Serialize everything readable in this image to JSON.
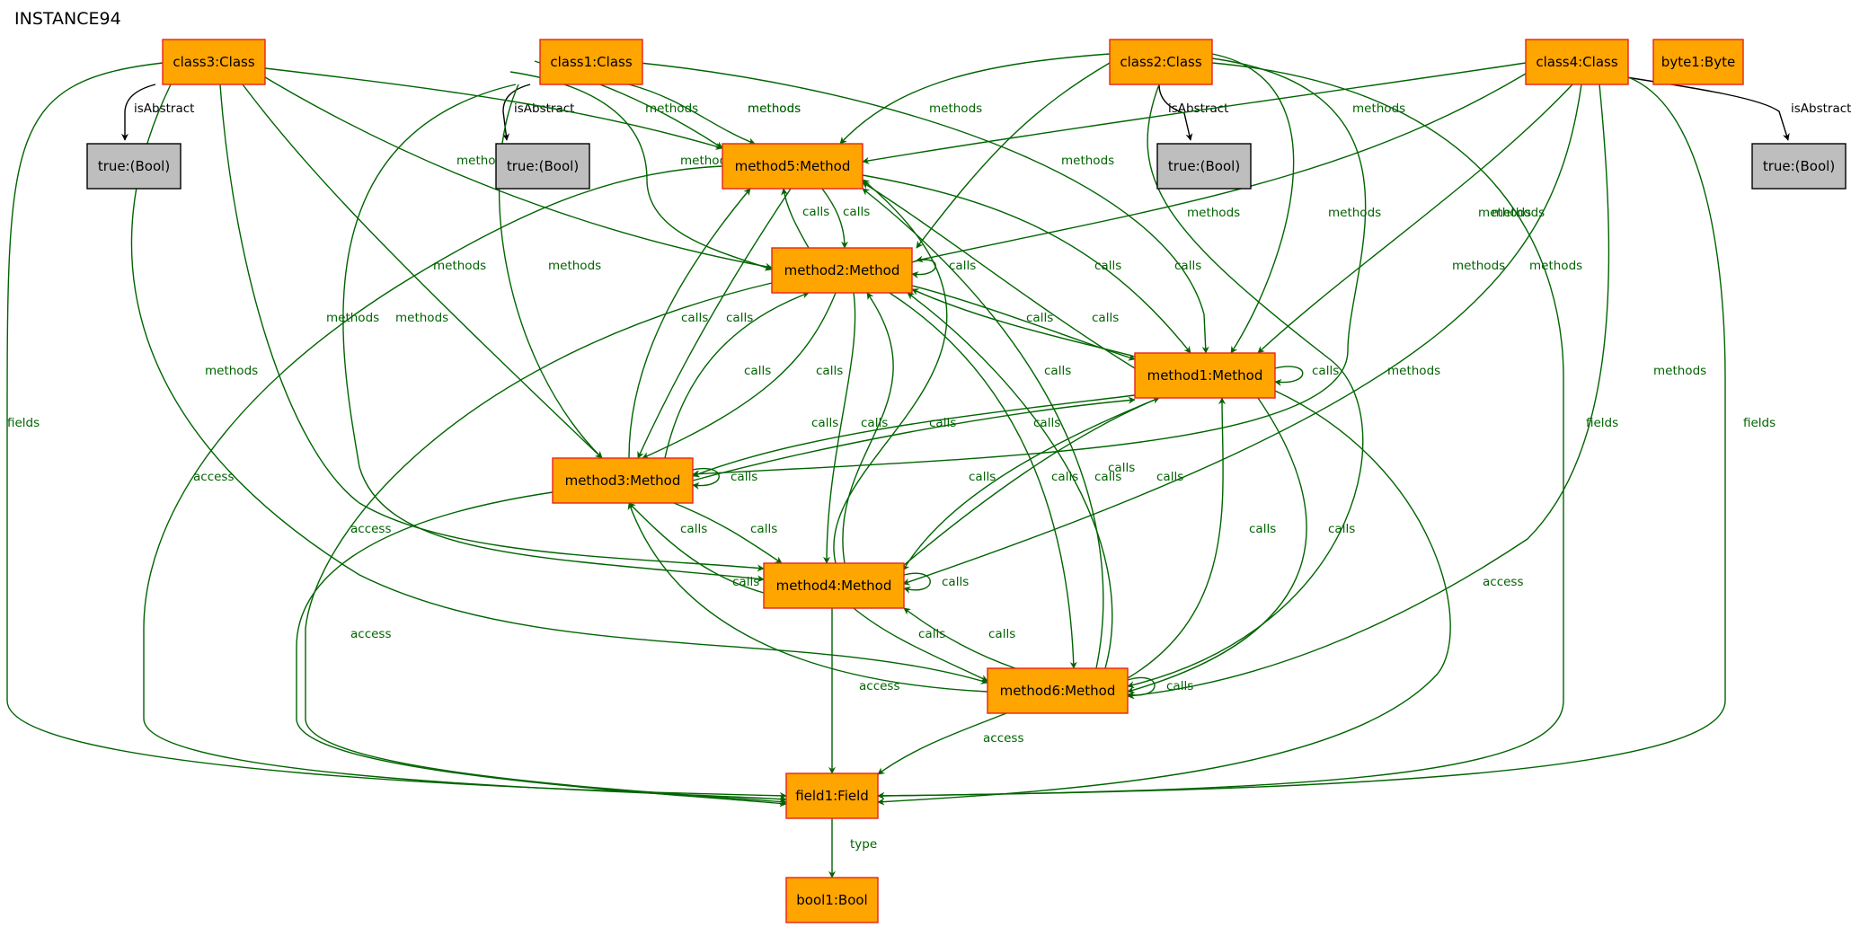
{
  "title": "INSTANCE94",
  "colors": {
    "node_fill": "#ffa500",
    "node_stroke": "#e8221a",
    "bool_fill": "#bebebe",
    "bool_stroke": "#000000",
    "edge_green": "#006400",
    "edge_black": "#000000"
  },
  "nodes": [
    {
      "id": "class3",
      "label": "class3:Class",
      "kind": "object"
    },
    {
      "id": "class1",
      "label": "class1:Class",
      "kind": "object"
    },
    {
      "id": "class2",
      "label": "class2:Class",
      "kind": "object"
    },
    {
      "id": "class4",
      "label": "class4:Class",
      "kind": "object"
    },
    {
      "id": "byte1",
      "label": "byte1:Byte",
      "kind": "object"
    },
    {
      "id": "true3",
      "label": "true:(Bool)",
      "kind": "value"
    },
    {
      "id": "true1",
      "label": "true:(Bool)",
      "kind": "value"
    },
    {
      "id": "true2",
      "label": "true:(Bool)",
      "kind": "value"
    },
    {
      "id": "true4",
      "label": "true:(Bool)",
      "kind": "value"
    },
    {
      "id": "method5",
      "label": "method5:Method",
      "kind": "object"
    },
    {
      "id": "method2",
      "label": "method2:Method",
      "kind": "object"
    },
    {
      "id": "method1",
      "label": "method1:Method",
      "kind": "object"
    },
    {
      "id": "method3",
      "label": "method3:Method",
      "kind": "object"
    },
    {
      "id": "method4",
      "label": "method4:Method",
      "kind": "object"
    },
    {
      "id": "method6",
      "label": "method6:Method",
      "kind": "object"
    },
    {
      "id": "field1",
      "label": "field1:Field",
      "kind": "object"
    },
    {
      "id": "bool1",
      "label": "bool1:Bool",
      "kind": "object"
    }
  ],
  "edges": [
    {
      "from": "class3",
      "to": "true3",
      "label": "isAbstract",
      "color": "black"
    },
    {
      "from": "class1",
      "to": "true1",
      "label": "isAbstract",
      "color": "black"
    },
    {
      "from": "class2",
      "to": "true2",
      "label": "isAbstract",
      "color": "black"
    },
    {
      "from": "class4",
      "to": "true4",
      "label": "isAbstract",
      "color": "black"
    },
    {
      "from": "class3",
      "to": "field1",
      "label": "fields",
      "color": "green"
    },
    {
      "from": "class3",
      "to": "method5",
      "label": "methods",
      "color": "green"
    },
    {
      "from": "class3",
      "to": "method2",
      "label": "methods",
      "color": "green"
    },
    {
      "from": "class3",
      "to": "method3",
      "label": "methods",
      "color": "green"
    },
    {
      "from": "class3",
      "to": "method4",
      "label": "methods",
      "color": "green"
    },
    {
      "from": "class3",
      "to": "method6",
      "label": "methods",
      "color": "green"
    },
    {
      "from": "class1",
      "to": "method5",
      "label": "methods",
      "color": "green"
    },
    {
      "from": "class1",
      "to": "method2",
      "label": "methods",
      "color": "green"
    },
    {
      "from": "class1",
      "to": "method3",
      "label": "methods",
      "color": "green"
    },
    {
      "from": "class1",
      "to": "method4",
      "label": "methods",
      "color": "green"
    },
    {
      "from": "class1",
      "to": "method1",
      "label": "methods",
      "color": "green"
    },
    {
      "from": "class1",
      "to": "method5",
      "label": "methods",
      "color": "green"
    },
    {
      "from": "class2",
      "to": "method5",
      "label": "methods",
      "color": "green"
    },
    {
      "from": "class2",
      "to": "method2",
      "label": "methods",
      "color": "green"
    },
    {
      "from": "class2",
      "to": "method1",
      "label": "methods",
      "color": "green"
    },
    {
      "from": "class2",
      "to": "method3",
      "label": "methods",
      "color": "green"
    },
    {
      "from": "class2",
      "to": "method6",
      "label": "methods",
      "color": "green"
    },
    {
      "from": "class2",
      "to": "field1",
      "label": "fields",
      "color": "green"
    },
    {
      "from": "class4",
      "to": "method5",
      "label": "methods",
      "color": "green"
    },
    {
      "from": "class4",
      "to": "method2",
      "label": "methods",
      "color": "green"
    },
    {
      "from": "class4",
      "to": "method1",
      "label": "methods",
      "color": "green"
    },
    {
      "from": "class4",
      "to": "method4",
      "label": "methods",
      "color": "green"
    },
    {
      "from": "class4",
      "to": "method6",
      "label": "methods",
      "color": "green"
    },
    {
      "from": "class4",
      "to": "field1",
      "label": "fields",
      "color": "green"
    },
    {
      "from": "method5",
      "to": "method2",
      "label": "calls",
      "color": "green"
    },
    {
      "from": "method2",
      "to": "method5",
      "label": "calls",
      "color": "green"
    },
    {
      "from": "method2",
      "to": "method2",
      "label": "calls",
      "color": "green"
    },
    {
      "from": "method5",
      "to": "method1",
      "label": "calls",
      "color": "green"
    },
    {
      "from": "method1",
      "to": "method5",
      "label": "calls",
      "color": "green"
    },
    {
      "from": "method5",
      "to": "method3",
      "label": "calls",
      "color": "green"
    },
    {
      "from": "method3",
      "to": "method5",
      "label": "calls",
      "color": "green"
    },
    {
      "from": "method4",
      "to": "method5",
      "label": "calls",
      "color": "green"
    },
    {
      "from": "method6",
      "to": "method5",
      "label": "calls",
      "color": "green"
    },
    {
      "from": "method5",
      "to": "field1",
      "label": "access",
      "color": "green"
    },
    {
      "from": "method2",
      "to": "method1",
      "label": "calls",
      "color": "green"
    },
    {
      "from": "method1",
      "to": "method2",
      "label": "calls",
      "color": "green"
    },
    {
      "from": "method2",
      "to": "method3",
      "label": "calls",
      "color": "green"
    },
    {
      "from": "method3",
      "to": "method2",
      "label": "calls",
      "color": "green"
    },
    {
      "from": "method2",
      "to": "method4",
      "label": "calls",
      "color": "green"
    },
    {
      "from": "method4",
      "to": "method2",
      "label": "calls",
      "color": "green"
    },
    {
      "from": "method2",
      "to": "method6",
      "label": "calls",
      "color": "green"
    },
    {
      "from": "method6",
      "to": "method2",
      "label": "calls",
      "color": "green"
    },
    {
      "from": "method2",
      "to": "field1",
      "label": "access",
      "color": "green"
    },
    {
      "from": "method1",
      "to": "method1",
      "label": "calls",
      "color": "green"
    },
    {
      "from": "method1",
      "to": "method3",
      "label": "calls",
      "color": "green"
    },
    {
      "from": "method3",
      "to": "method1",
      "label": "calls",
      "color": "green"
    },
    {
      "from": "method1",
      "to": "method4",
      "label": "calls",
      "color": "green"
    },
    {
      "from": "method4",
      "to": "method1",
      "label": "calls",
      "color": "green"
    },
    {
      "from": "method1",
      "to": "method6",
      "label": "calls",
      "color": "green"
    },
    {
      "from": "method6",
      "to": "method1",
      "label": "calls",
      "color": "green"
    },
    {
      "from": "method1",
      "to": "field1",
      "label": "access",
      "color": "green"
    },
    {
      "from": "method3",
      "to": "method3",
      "label": "calls",
      "color": "green"
    },
    {
      "from": "method3",
      "to": "method4",
      "label": "calls",
      "color": "green"
    },
    {
      "from": "method4",
      "to": "method3",
      "label": "calls",
      "color": "green"
    },
    {
      "from": "method6",
      "to": "method3",
      "label": "calls",
      "color": "green"
    },
    {
      "from": "method3",
      "to": "field1",
      "label": "access",
      "color": "green"
    },
    {
      "from": "method4",
      "to": "method4",
      "label": "calls",
      "color": "green"
    },
    {
      "from": "method4",
      "to": "method6",
      "label": "calls",
      "color": "green"
    },
    {
      "from": "method6",
      "to": "method4",
      "label": "calls",
      "color": "green"
    },
    {
      "from": "method4",
      "to": "field1",
      "label": "access",
      "color": "green"
    },
    {
      "from": "method6",
      "to": "method6",
      "label": "calls",
      "color": "green"
    },
    {
      "from": "method6",
      "to": "field1",
      "label": "access",
      "color": "green"
    },
    {
      "from": "field1",
      "to": "bool1",
      "label": "type",
      "color": "green"
    }
  ]
}
